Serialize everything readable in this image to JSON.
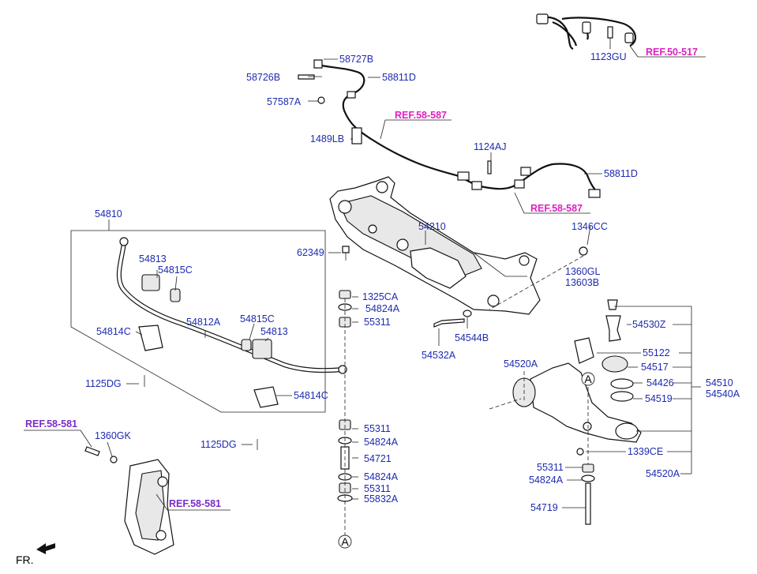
{
  "colors": {
    "label": "#1e2bb0",
    "ref_magenta": "#e020c0",
    "ref_purple": "#7a2cc8",
    "line": "#222222"
  },
  "labels": {
    "p58727B": "58727B",
    "p58726B": "58726B",
    "p58811D_top": "58811D",
    "p57587A": "57587A",
    "ref58587_a": "REF.58-587",
    "p1489LB": "1489LB",
    "p1124AJ": "1124AJ",
    "p58811D_right": "58811D",
    "ref58587_b": "REF.58-587",
    "p1123GU": "1123GU",
    "ref50517": "REF.50-517",
    "p54810": "54810",
    "p54813_a": "54813",
    "p54815C_a": "54815C",
    "p54814C_a": "54814C",
    "p54812A": "54812A",
    "p54815C_b": "54815C",
    "p54813_b": "54813",
    "p1125DG_a": "1125DG",
    "p54814C_b": "54814C",
    "p1125DG_b": "1125DG",
    "p62349": "62349",
    "p54210": "54210",
    "p1346CC": "1346CC",
    "p1360GL": "1360GL",
    "p13603B": "13603B",
    "p1325CA": "1325CA",
    "p54824A_1": "54824A",
    "p55311_1": "55311",
    "p54544B": "54544B",
    "p54532A": "54532A",
    "p54530Z": "54530Z",
    "p55122": "55122",
    "p54520A_a": "54520A",
    "p54517": "54517",
    "p54426": "54426",
    "p54519": "54519",
    "p54510": "54510",
    "p54540A": "54540A",
    "p55311_2": "55311",
    "p54824A_2": "54824A",
    "p54721": "54721",
    "p54824A_3": "54824A",
    "p55311_3": "55311",
    "p55832A": "55832A",
    "p1339CE": "1339CE",
    "p55311_4": "55311",
    "p54824A_4": "54824A",
    "p54520A_b": "54520A",
    "p54719": "54719",
    "ref58581_a": "REF.58-581",
    "p1360GK": "1360GK",
    "ref58581_b": "REF.58-581",
    "marker_a1": "A",
    "marker_a2": "A",
    "fr": "FR."
  }
}
